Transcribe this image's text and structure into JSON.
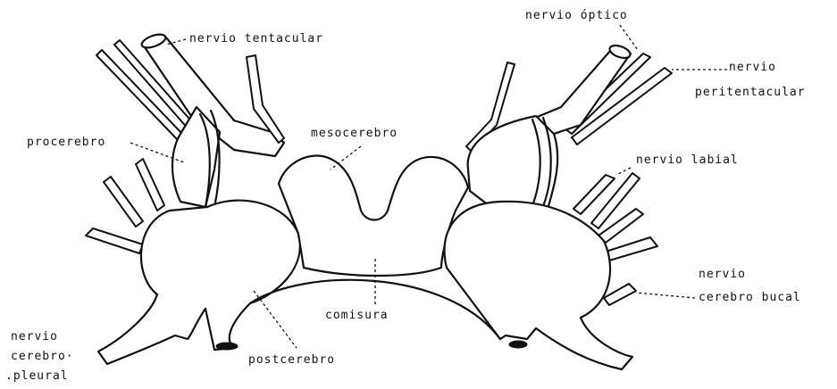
{
  "labels": {
    "nervio_tentacular": "nervio tentacular",
    "nervio_optico": "nervio óptico",
    "nervio_peritentacular_1": "nervio",
    "nervio_peritentacular_2": "peritentacular",
    "procerebro": "procerebro",
    "mesocerebro": "mesocerebro",
    "nervio_labial": "nervio labial",
    "nervio_cerebro_bucal_1": "nervio",
    "nervio_cerebro_bucal_2": "cerebro bucal",
    "comisura": "comisura",
    "nervio_cerebro_pleural_1": "nervio",
    "nervio_cerebro_pleural_2": "cerebro·",
    "nervio_cerebro_pleural_3": ".pleural",
    "postcerebro": "postcerebro"
  }
}
